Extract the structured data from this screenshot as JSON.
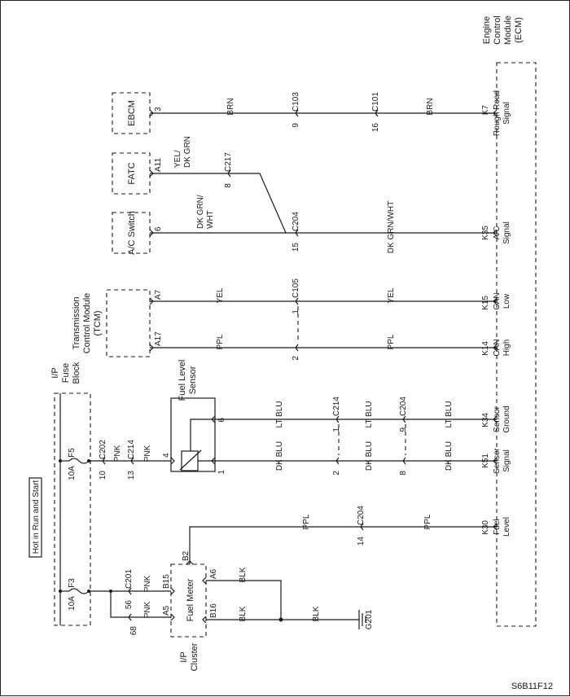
{
  "footer_code": "S6B11F12",
  "power": {
    "label": "Hot in Run and Start",
    "fuse_block_label": [
      "I/P",
      "Fuse",
      "Block"
    ],
    "fuses": [
      {
        "name": "F3",
        "rating": "10A"
      },
      {
        "name": "F5",
        "rating": "10A"
      }
    ]
  },
  "modules": {
    "ecm": [
      "Engine",
      "Control",
      "Module",
      "(ECM)"
    ],
    "ebcm": "EBCM",
    "fatc": "FATC",
    "ac_switch": "A/C Switch",
    "tcm": [
      "Transmission",
      "Control Module",
      "(TCM)"
    ],
    "fuel_level_sensor": [
      "Fuel Level",
      "Sensor"
    ],
    "cluster": [
      "I/P",
      "Cluster"
    ],
    "fuel_meter": "Fuel Meter",
    "ground": "G201"
  },
  "ecm_terminals": [
    {
      "pin": "K7",
      "name": [
        "Rough Road",
        "Signal"
      ]
    },
    {
      "pin": "K35",
      "name": [
        "A/C",
        "Signal"
      ]
    },
    {
      "pin": "K15",
      "name": [
        "CAN",
        "Low"
      ]
    },
    {
      "pin": "K14",
      "name": [
        "CAN",
        "High"
      ]
    },
    {
      "pin": "K34",
      "name": [
        "Sensor",
        "Ground"
      ]
    },
    {
      "pin": "K51",
      "name": [
        "Sensor",
        "Signal"
      ]
    },
    {
      "pin": "K30",
      "name": [
        "Fuel",
        "Level"
      ]
    }
  ],
  "connectors": {
    "c103": "C103",
    "c101": "C101",
    "c217": "C217",
    "c204": "C204",
    "c105": "C105",
    "c214": "C214",
    "c202": "C202",
    "c201": "C201"
  },
  "pins": {
    "ebcm": "3",
    "c103": "9",
    "c101": "16",
    "fatc": "A11",
    "c217": "8",
    "acsw": "6",
    "c204_ac": "15",
    "tcm_low": "A7",
    "c105_low": "1",
    "tcm_high": "A17",
    "c105_high": "2",
    "sensor_gnd": "6",
    "c214_gnd": "1",
    "c204_gnd": "9",
    "sensor_sig": "1",
    "c214_sig": "2",
    "c204_sig": "8",
    "sensor_pwr": "4",
    "c214_pwr": "13",
    "c202_pwr": "10",
    "c204_fuel": "14",
    "cluster_b2": "B2",
    "cluster_b15": "B15",
    "c201_b15": "56",
    "cluster_a5": "A5",
    "c201_a5": "68",
    "cluster_a6": "A6",
    "cluster_b16": "B16"
  },
  "wires": {
    "rough_road": "BRN",
    "fatc": [
      "YEL/",
      "DK GRN"
    ],
    "acsw": [
      "DK GRN/",
      "WHT"
    ],
    "ac_signal": "DK GRN/WHT",
    "can_low": "YEL",
    "can_high": "PPL",
    "sensor_ground": "LT BLU",
    "sensor_signal": "DK BLU",
    "fuel_level": "PPL",
    "pwr": "PNK",
    "gnd": "BLK"
  }
}
